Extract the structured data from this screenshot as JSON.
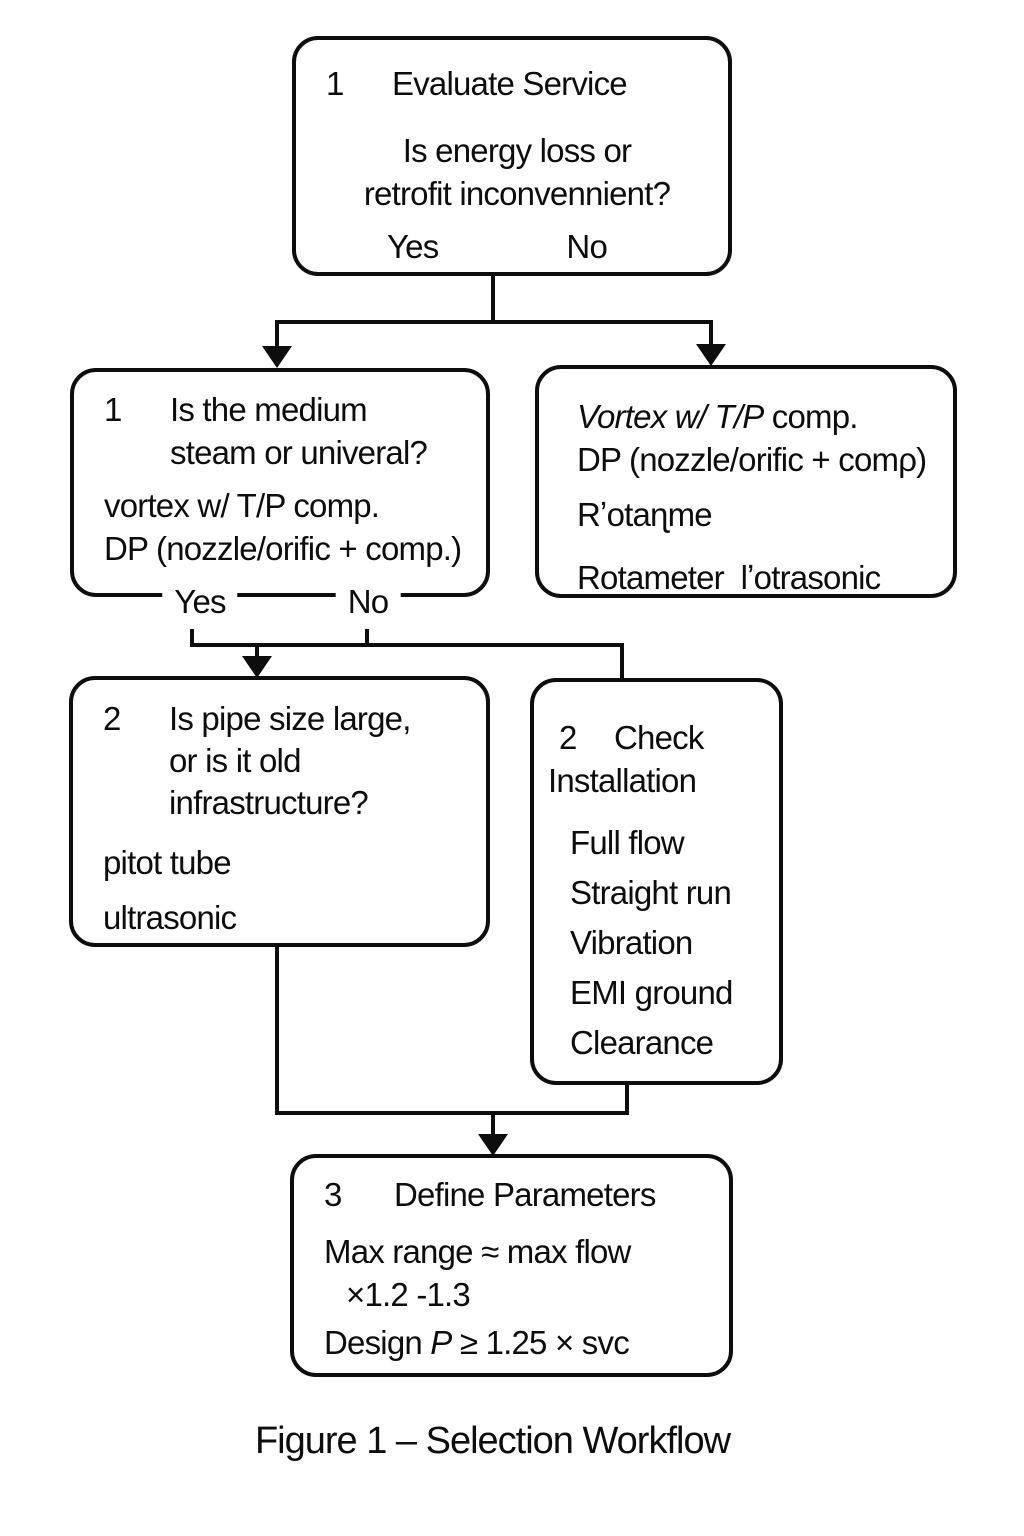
{
  "diagram": {
    "colors": {
      "ink": "#0d0d0d",
      "background": "#ffffff"
    },
    "boxes": {
      "evaluate": {
        "num": "1",
        "title": "Evaluate Service",
        "question_line1": "Is energy loss or",
        "question_line2": "retrofit inconvennient?",
        "yes": "Yes",
        "no": "No"
      },
      "medium": {
        "num": "1",
        "question_line1": "Is the medium",
        "question_line2": "steam or univeral?",
        "option1": "vortex w/ T/P comp.",
        "option2": "DP (nozzle/orific + comp.)",
        "yes": "Yes",
        "no": "No"
      },
      "alternatives": {
        "line1_italic": "Vortex w/ T/P",
        "line1_rest": " comp.",
        "line2": "DP (nozzle/orific + comρ)",
        "line3": "Rʼotaɳme",
        "line4": "Rotameter  lʼotrasonic"
      },
      "pipe": {
        "num": "2",
        "question_line1": "Is pipe size large,",
        "question_line2": "or is it old",
        "question_line3": "infrastructure?",
        "option1": "pitot tube",
        "option2": "ultrasonic"
      },
      "install": {
        "num": "2",
        "title_line1": "Check",
        "title_line2": "Installation",
        "items": [
          "Full flow",
          "Straight run",
          "Vibration",
          "EMI ground",
          "Clearance"
        ]
      },
      "params": {
        "num": "3",
        "title": "Define Parameters",
        "line1": "Max range ≈ max flow",
        "line2": "×1.2 -1.3",
        "line3_pre": "Design ",
        "line3_var": "P",
        "line3_post": " ≥ 1.25 × svc"
      }
    },
    "caption": "Figure 1 – Selection Workflow"
  }
}
